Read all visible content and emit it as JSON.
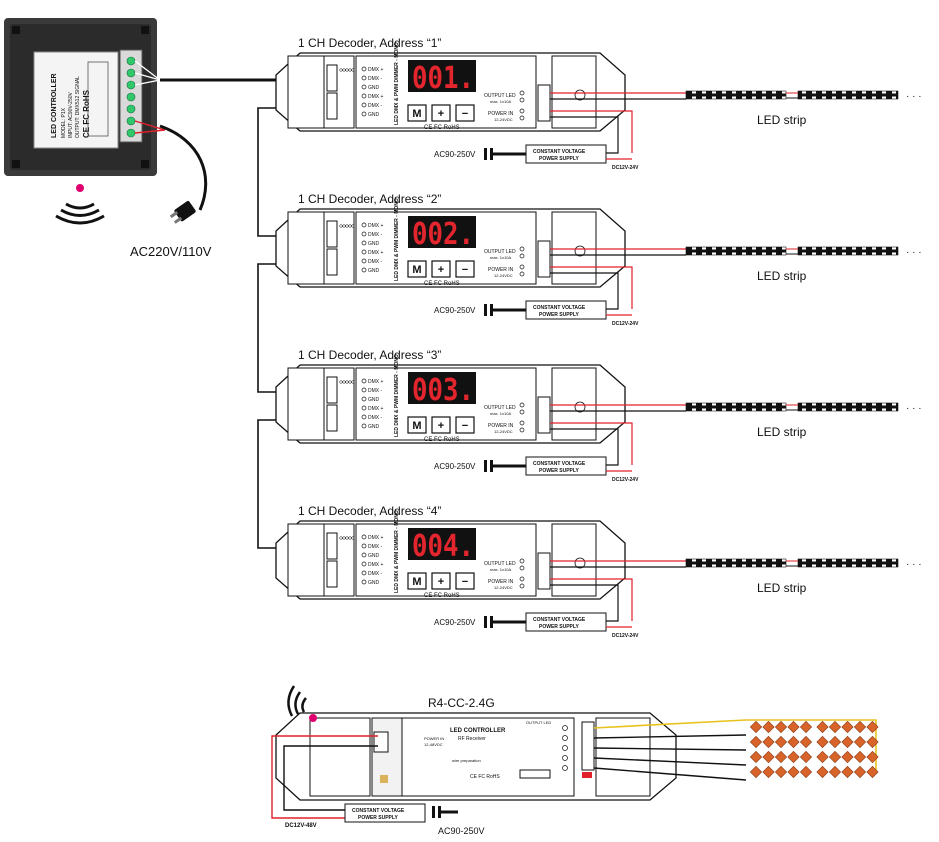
{
  "controller": {
    "label": "LED CONTROLLER",
    "model": "MODEL: P1X",
    "input": "INPUT: AC90V-250V",
    "output": "OUTPUT: DMX512 SIGNAL",
    "cert": "CE FC RoHS",
    "power_label": "AC220V/110V"
  },
  "decoders": [
    {
      "title": "1 CH Decoder, Address “1”",
      "display": "001.",
      "strip_label": "LED strip",
      "ac_label": "AC90-250V",
      "dc_label": "DC12V-24V"
    },
    {
      "title": "1 CH Decoder, Address “2”",
      "display": "002.",
      "strip_label": "LED strip",
      "ac_label": "AC90-250V",
      "dc_label": "DC12V-24V"
    },
    {
      "title": "1 CH Decoder, Address “3”",
      "display": "003.",
      "strip_label": "LED strip",
      "ac_label": "AC90-250V",
      "dc_label": "DC12V-24V"
    },
    {
      "title": "1 CH Decoder, Address “4”",
      "display": "004.",
      "strip_label": "LED strip",
      "ac_label": "AC90-250V",
      "dc_label": "DC12V-24V"
    }
  ],
  "decoder_text": {
    "dmx_pins": [
      "DMX +",
      "DMX -",
      "GND",
      "DMX +",
      "DMX -",
      "GND"
    ],
    "vertical": "LED DMX & PWM DIMMER - MONO",
    "btn_m": "M",
    "btn_plus": "+",
    "btn_minus": "−",
    "cert": "CE FC RoHS",
    "output_led": "OUTPUT LED",
    "output_max": "max. 1x10A",
    "power_in": "POWER IN",
    "power_v": "12-24VDC",
    "psu_line1": "CONSTANT VOLTAGE",
    "psu_line2": "POWER SUPPLY",
    "dots": "· · ·"
  },
  "receiver": {
    "title": "R4-CC-2.4G",
    "name": "LED CONTROLLER",
    "sub": "RF Receiver",
    "power_in": "POWER IN",
    "power_v": "12-48VDC",
    "output_label": "OUTPUT LED",
    "wire_prep": "wire preparation",
    "cert": "CE FC RoHS",
    "psu_line1": "CONSTANT VOLTAGE",
    "psu_line2": "POWER SUPPLY",
    "dc_label": "DC12V-48V",
    "ac_label": "AC90-250V"
  },
  "colors": {
    "wire_red": "#e0202a",
    "wire_black": "#111111",
    "wire_yellow": "#e8c21a",
    "segment_red": "#e3262e",
    "led_orange": "#d9642a",
    "wifi_pink": "#e0006f"
  }
}
